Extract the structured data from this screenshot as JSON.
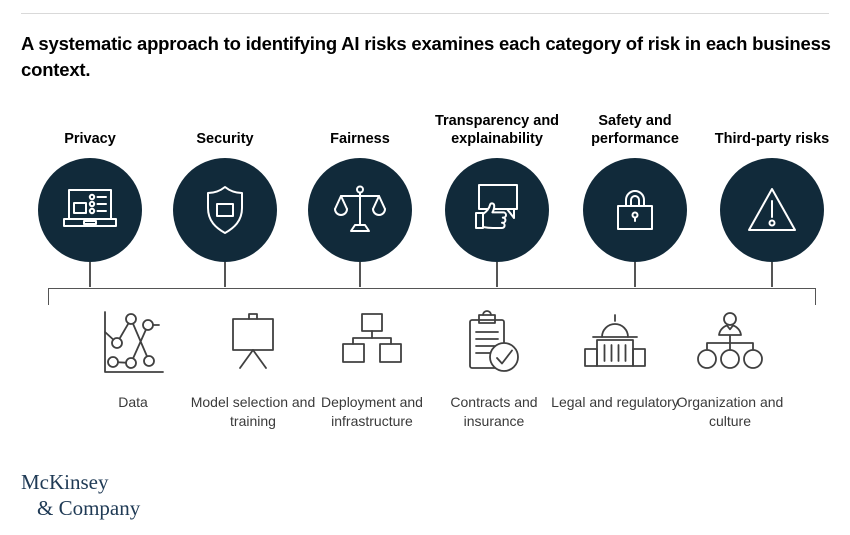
{
  "page": {
    "title": "A systematic approach to identifying AI risks examines each category of risk in each business context."
  },
  "colors": {
    "circle_navy": "#112a3a",
    "circle_icon_stroke": "#ffffff",
    "connector_line": "#555555",
    "context_icon_stroke": "#404040",
    "context_label_text": "#3a3a3a",
    "title_text": "#000000",
    "logo_navy": "#1f3a55",
    "top_divider": "#d9d9d9"
  },
  "risk_categories": [
    {
      "label": "Privacy",
      "icon": "laptop-privacy-icon"
    },
    {
      "label": "Security",
      "icon": "shield-icon"
    },
    {
      "label": "Fairness",
      "icon": "balance-scales-icon"
    },
    {
      "label": "Transparency and explainability",
      "icon": "hand-holding-sign-icon"
    },
    {
      "label": "Safety and performance",
      "icon": "padlock-icon"
    },
    {
      "label": "Third-party risks",
      "icon": "warning-triangle-icon"
    }
  ],
  "business_contexts": [
    {
      "label": "Data",
      "icon": "line-chart-icon"
    },
    {
      "label": "Model selection and training",
      "icon": "easel-screen-icon"
    },
    {
      "label": "Deployment and infrastructure",
      "icon": "network-boxes-icon"
    },
    {
      "label": "Contracts and insurance",
      "icon": "clipboard-check-icon"
    },
    {
      "label": "Legal and regulatory",
      "icon": "capitol-building-icon"
    },
    {
      "label": "Organization and culture",
      "icon": "org-chart-person-icon"
    }
  ],
  "logo": {
    "line1": "McKinsey",
    "line2": "& Company"
  }
}
